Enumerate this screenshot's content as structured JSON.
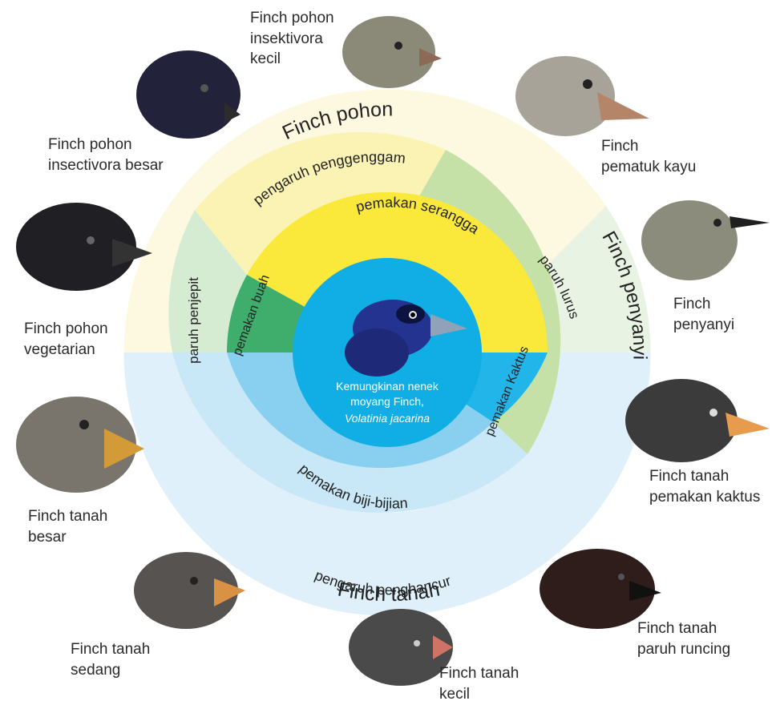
{
  "rings": {
    "outer": {
      "top": "Finch pohon",
      "bottom": "Finch tanah",
      "right": "Finch penyanyi"
    },
    "middle": {
      "grasping": "pengaruh penggenggam",
      "crushing": "pengaruh penghancur",
      "pincer": "paruh penjepit",
      "straight": "paruh lurus"
    },
    "inner": {
      "insects": "pemakan serangga",
      "fruit": "pemakan buah",
      "seeds": "pemakan biji-bijian",
      "cactus": "pemakan Kaktus"
    }
  },
  "center": {
    "line1": "Kemungkinan nenek",
    "line2": "moyang Finch,",
    "species": "Volatinia jacarina"
  },
  "birds": [
    {
      "name": "Finch pohon\ninsektivora\nkecil",
      "icon": "small-insectivorous-tree-finch-icon"
    },
    {
      "name": "Finch\npematuk kayu",
      "icon": "woodpecker-finch-icon"
    },
    {
      "name": "Finch\npenyanyi",
      "icon": "warbler-finch-icon"
    },
    {
      "name": "Finch tanah\npemakan kaktus",
      "icon": "cactus-ground-finch-icon"
    },
    {
      "name": "Finch tanah\nparuh runcing",
      "icon": "sharp-beaked-ground-finch-icon"
    },
    {
      "name": "Finch tanah\nkecil",
      "icon": "small-ground-finch-icon"
    },
    {
      "name": "Finch tanah\nsedang",
      "icon": "medium-ground-finch-icon"
    },
    {
      "name": "Finch tanah\nbesar",
      "icon": "large-ground-finch-icon"
    },
    {
      "name": "Finch pohon\nvegetarian",
      "icon": "vegetarian-tree-finch-icon"
    },
    {
      "name": "Finch pohon\ninsectivora besar",
      "icon": "large-insectivorous-tree-finch-icon"
    }
  ],
  "colors": {
    "tree_outer": "#fdf9e1",
    "ground_outer": "#dff0fa",
    "warbler_outer": "#e8f3e4",
    "grasping_band": "#fbf3b4",
    "crushing_band": "#c8e7f7",
    "pincer_band": "#d5ecd3",
    "straight_band": "#c6e1a8",
    "insects": "#fae93a",
    "fruit": "#3fae6d",
    "seeds": "#88cff0",
    "cactus": "#22b5e9",
    "center": "#10aee5"
  }
}
